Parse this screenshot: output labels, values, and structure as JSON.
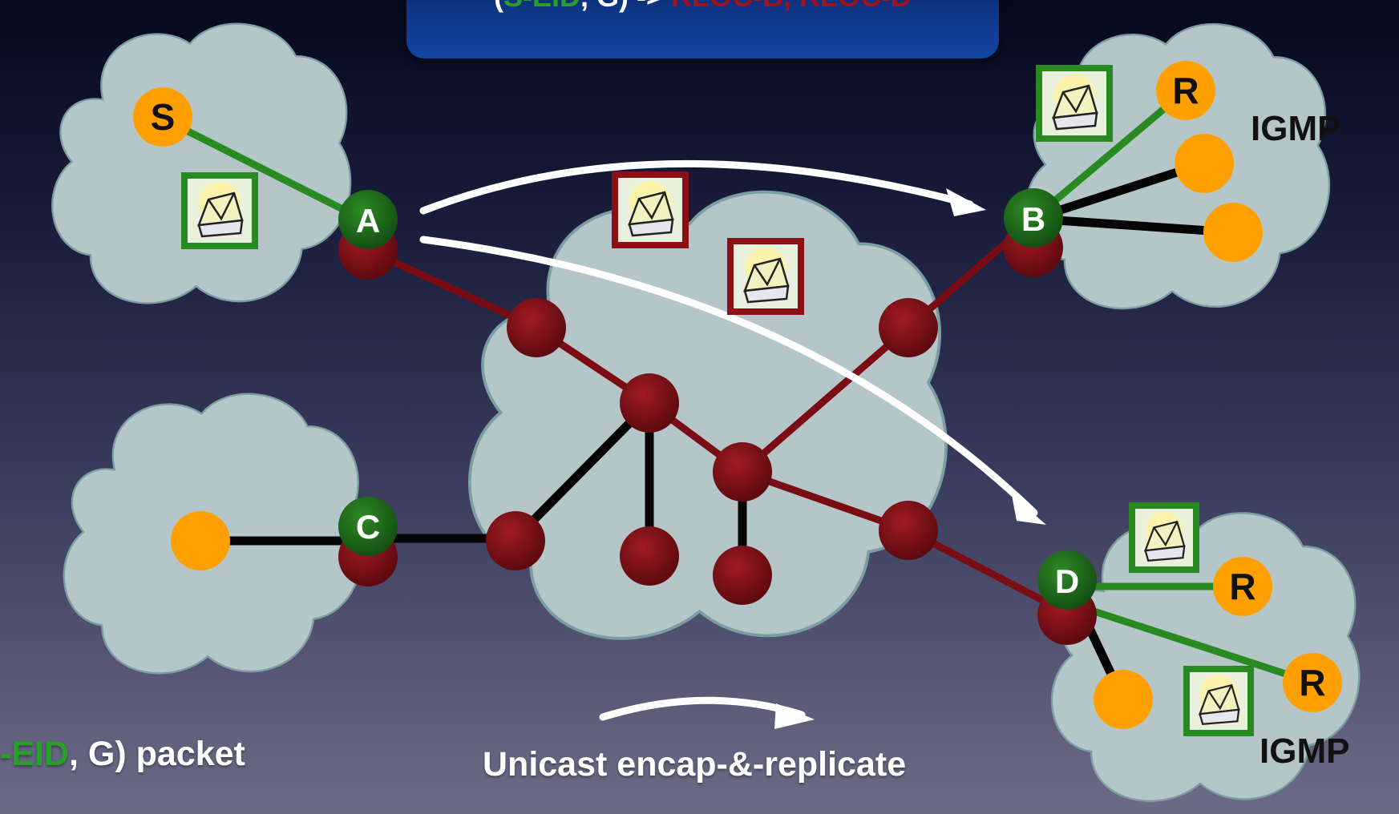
{
  "banner": {
    "open": "(",
    "source_eid": "S-EID",
    "group_arrow": ", G) -> ",
    "rloc_list": "RLOC-B, RLOC-D"
  },
  "captions": {
    "packet_eid": "-EID",
    "packet_rest": ", G) packet",
    "unicast": "Unicast encap-&-replicate"
  },
  "labels": {
    "igmp_top": "IGMP",
    "igmp_bottom": "IGMP"
  },
  "nodes": {
    "source": "S",
    "xtr_a": "A",
    "xtr_b": "B",
    "xtr_c": "C",
    "xtr_d": "D",
    "receiver_b": "R",
    "receiver_d1": "R",
    "receiver_d2": "R"
  },
  "colors": {
    "eid_green": "#2aa02a",
    "rloc_red": "#a3111e",
    "router_maroon": "#7a0c14",
    "xtr_green": "#1f6e1a",
    "host_orange": "#ff9f00",
    "cloud": "#b4c6c7",
    "banner_blue": "#0b2d74"
  },
  "icons": {
    "packet": "envelope-packet-icon"
  }
}
